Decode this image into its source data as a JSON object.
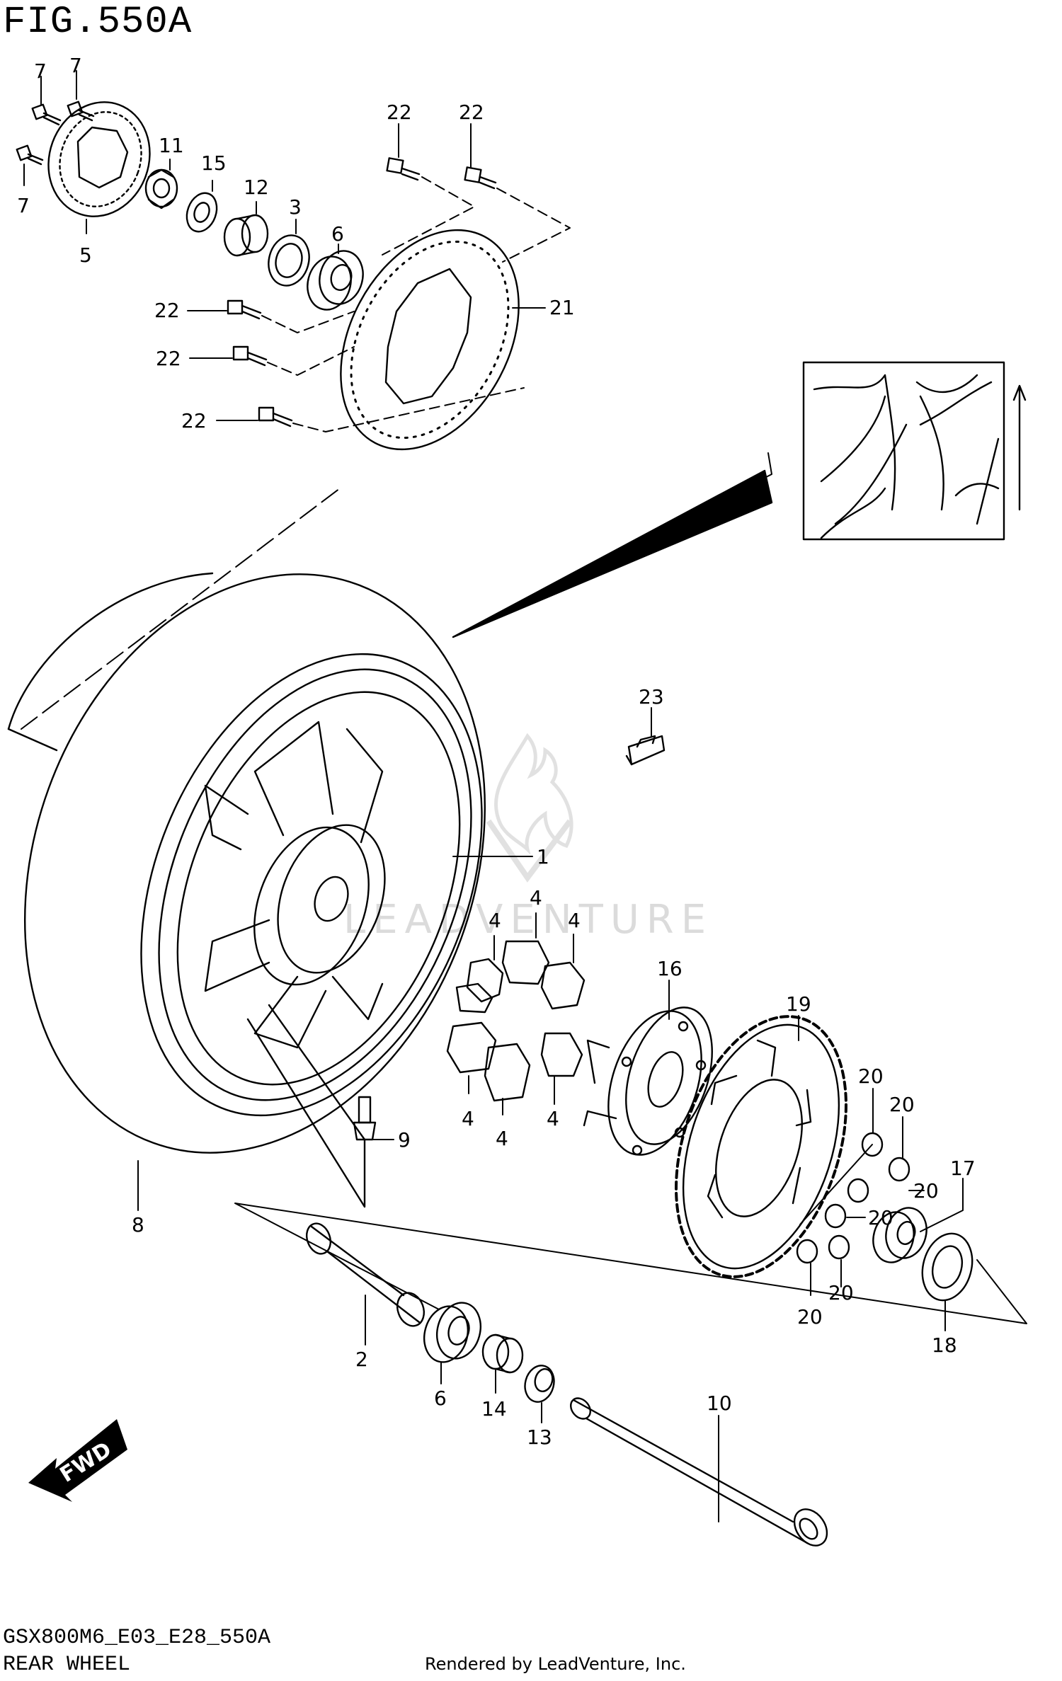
{
  "figure": {
    "title": "FIG.550A",
    "code": "GSX800M6_E03_E28_550A",
    "section": "REAR WHEEL",
    "credit": "Rendered by LeadVenture, Inc.",
    "watermark": "LEADVENTURE",
    "fwd_label": "FWD"
  },
  "callouts": [
    {
      "id": "c7a",
      "label": "7"
    },
    {
      "id": "c7b",
      "label": "7"
    },
    {
      "id": "c7c",
      "label": "7"
    },
    {
      "id": "c5",
      "label": "5"
    },
    {
      "id": "c11",
      "label": "11"
    },
    {
      "id": "c15",
      "label": "15"
    },
    {
      "id": "c12",
      "label": "12"
    },
    {
      "id": "c3",
      "label": "3"
    },
    {
      "id": "c6a",
      "label": "6"
    },
    {
      "id": "c22a",
      "label": "22"
    },
    {
      "id": "c22b",
      "label": "22"
    },
    {
      "id": "c22c",
      "label": "22"
    },
    {
      "id": "c22d",
      "label": "22"
    },
    {
      "id": "c22e",
      "label": "22"
    },
    {
      "id": "c21",
      "label": "21"
    },
    {
      "id": "c23",
      "label": "23"
    },
    {
      "id": "c1",
      "label": "1"
    },
    {
      "id": "c4a",
      "label": "4"
    },
    {
      "id": "c4b",
      "label": "4"
    },
    {
      "id": "c4c",
      "label": "4"
    },
    {
      "id": "c4d",
      "label": "4"
    },
    {
      "id": "c4e",
      "label": "4"
    },
    {
      "id": "c4f",
      "label": "4"
    },
    {
      "id": "c16",
      "label": "16"
    },
    {
      "id": "c19",
      "label": "19"
    },
    {
      "id": "c20a",
      "label": "20"
    },
    {
      "id": "c20b",
      "label": "20"
    },
    {
      "id": "c20c",
      "label": "20"
    },
    {
      "id": "c20d",
      "label": "20"
    },
    {
      "id": "c20e",
      "label": "20"
    },
    {
      "id": "c20f",
      "label": "20"
    },
    {
      "id": "c17",
      "label": "17"
    },
    {
      "id": "c18",
      "label": "18"
    },
    {
      "id": "c9",
      "label": "9"
    },
    {
      "id": "c8",
      "label": "8"
    },
    {
      "id": "c2",
      "label": "2"
    },
    {
      "id": "c6b",
      "label": "6"
    },
    {
      "id": "c14",
      "label": "14"
    },
    {
      "id": "c13",
      "label": "13"
    },
    {
      "id": "c10",
      "label": "10"
    }
  ]
}
